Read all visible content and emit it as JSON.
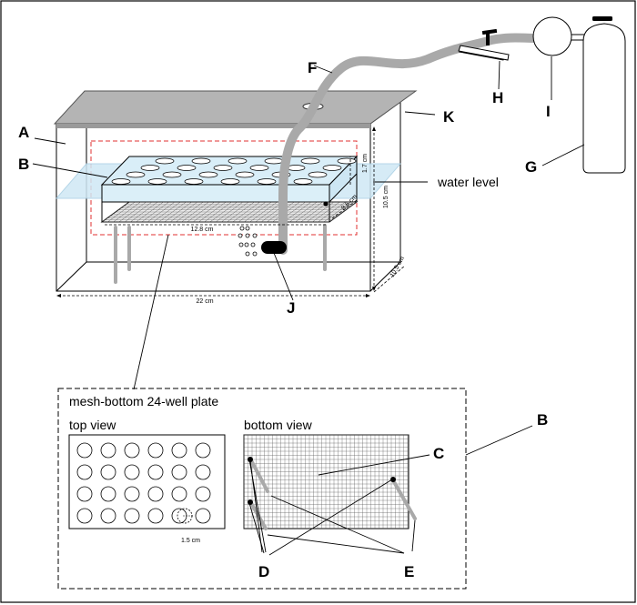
{
  "labels": {
    "A": "A",
    "B": "B",
    "C": "C",
    "D": "D",
    "E": "E",
    "F": "F",
    "G": "G",
    "H": "H",
    "I": "I",
    "J": "J",
    "K": "K",
    "B2": "B"
  },
  "text": {
    "water_level": "water level",
    "inset_title": "mesh-bottom 24-well plate",
    "top_view": "top view",
    "bottom_view": "bottom view"
  },
  "dims": {
    "tank_width": "22 cm",
    "tank_depth": "10.5 cm",
    "tank_height": "10.5 cm",
    "plate_width": "12.8 cm",
    "plate_depth": "8.6 cm",
    "plate_height": "1.7 cm",
    "well_diameter": "1.5 cm"
  },
  "colors": {
    "tube": "#a9a9a9",
    "lid": "#b4b4b4",
    "water": "#cfe8f5",
    "red_dash": "#e03030"
  }
}
